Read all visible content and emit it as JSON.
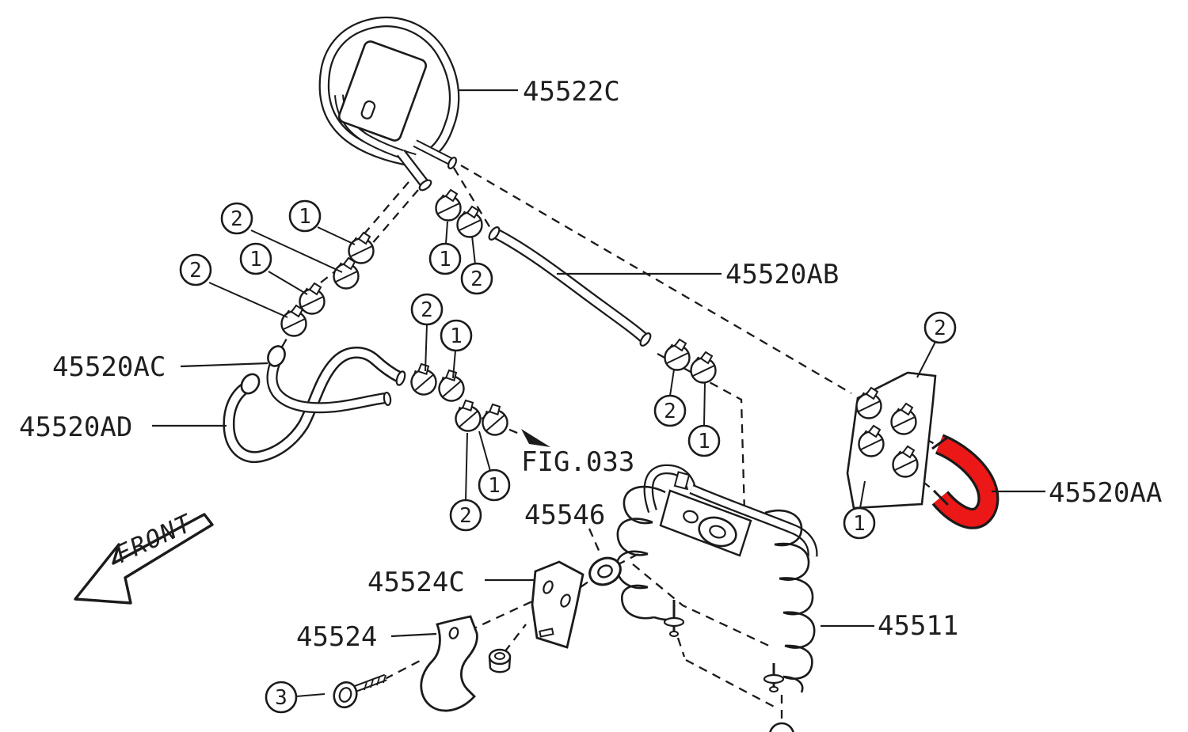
{
  "figure": {
    "type": "exploded-parts-diagram",
    "description": "Engine oil cooler hose routing parts diagram",
    "front_label": "FRONT",
    "fig_reference": "FIG.033",
    "highlighted_part": "45520AA",
    "highlight_color": "#ec1717",
    "line_color": "#1b1b1b",
    "background_color": "#ffffff",
    "part_labels": {
      "45522C": "45522C",
      "45520AB": "45520AB",
      "45520AC": "45520AC",
      "45520AD": "45520AD",
      "45520AA": "45520AA",
      "45511": "45511",
      "45546": "45546",
      "45524C": "45524C",
      "45524": "45524"
    },
    "callouts": [
      "2",
      "1",
      "1",
      "2",
      "1",
      "2",
      "2",
      "1",
      "1",
      "2",
      "2",
      "1",
      "2",
      "1",
      "3"
    ]
  }
}
